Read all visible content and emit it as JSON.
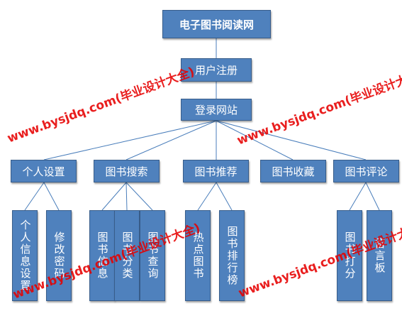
{
  "diagram": {
    "root": "电子图书阅读网",
    "register": "用户注册",
    "login": "登录网站",
    "modules": {
      "personal": "个人设置",
      "search": "图书搜索",
      "recommend": "图书推荐",
      "favorite": "图书收藏",
      "comment": "图书评论"
    },
    "leaves": {
      "personal_info": "个人信息设置",
      "change_password": "修改密码",
      "book_info": "图书信息",
      "book_category": "图书分类",
      "book_query": "图书查询",
      "hot_books": "热点图书",
      "book_ranking": "图书排行榜",
      "book_rating": "图书打分",
      "message_board": "留言板"
    }
  },
  "watermark": "www.bysjdq.com(毕业设计大全)"
}
